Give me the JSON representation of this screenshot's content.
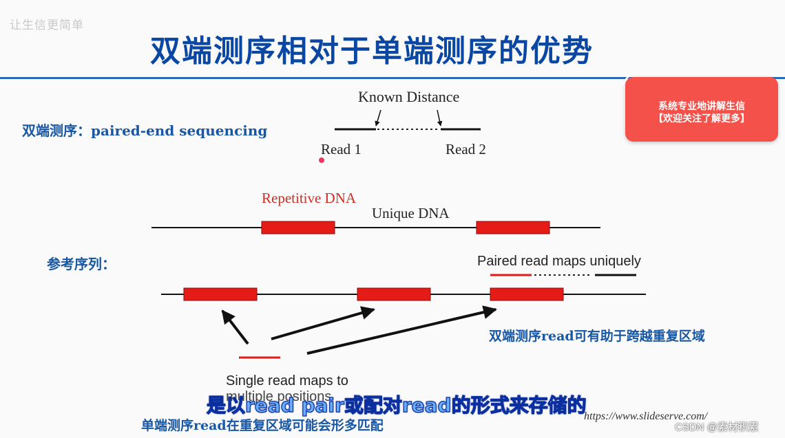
{
  "header": {
    "watermark": "让生信更简单",
    "title": "双端测序相对于单端测序的优势"
  },
  "badge": {
    "line1": "系统专业地讲解生信",
    "line2": "【欢迎关注了解更多】"
  },
  "paired_end": {
    "label": "双端测序：paired-end sequencing",
    "known_distance": "Known Distance",
    "read1": "Read 1",
    "read2": "Read 2"
  },
  "genome": {
    "repetitive_label": "Repetitive DNA",
    "unique_label": "Unique DNA"
  },
  "reference": {
    "label": "参考序列：",
    "paired_read_label": "Paired read maps uniquely",
    "paired_caption": "双端测序read可有助于跨越重复区域"
  },
  "single_end": {
    "label_line1": "Single read maps to",
    "label_line2": "multiple positions",
    "caption": "单端测序read在重复区域可能会形多匹配"
  },
  "subtitle": "是以read pair或配对read的形式来存储的",
  "source_url": "https://www.slideserve.com/",
  "footer": "CSDN @素材积累",
  "colors": {
    "repeat_red": "#e41b17",
    "title_blue": "#0a47a3",
    "badge_red": "#f4514a"
  }
}
